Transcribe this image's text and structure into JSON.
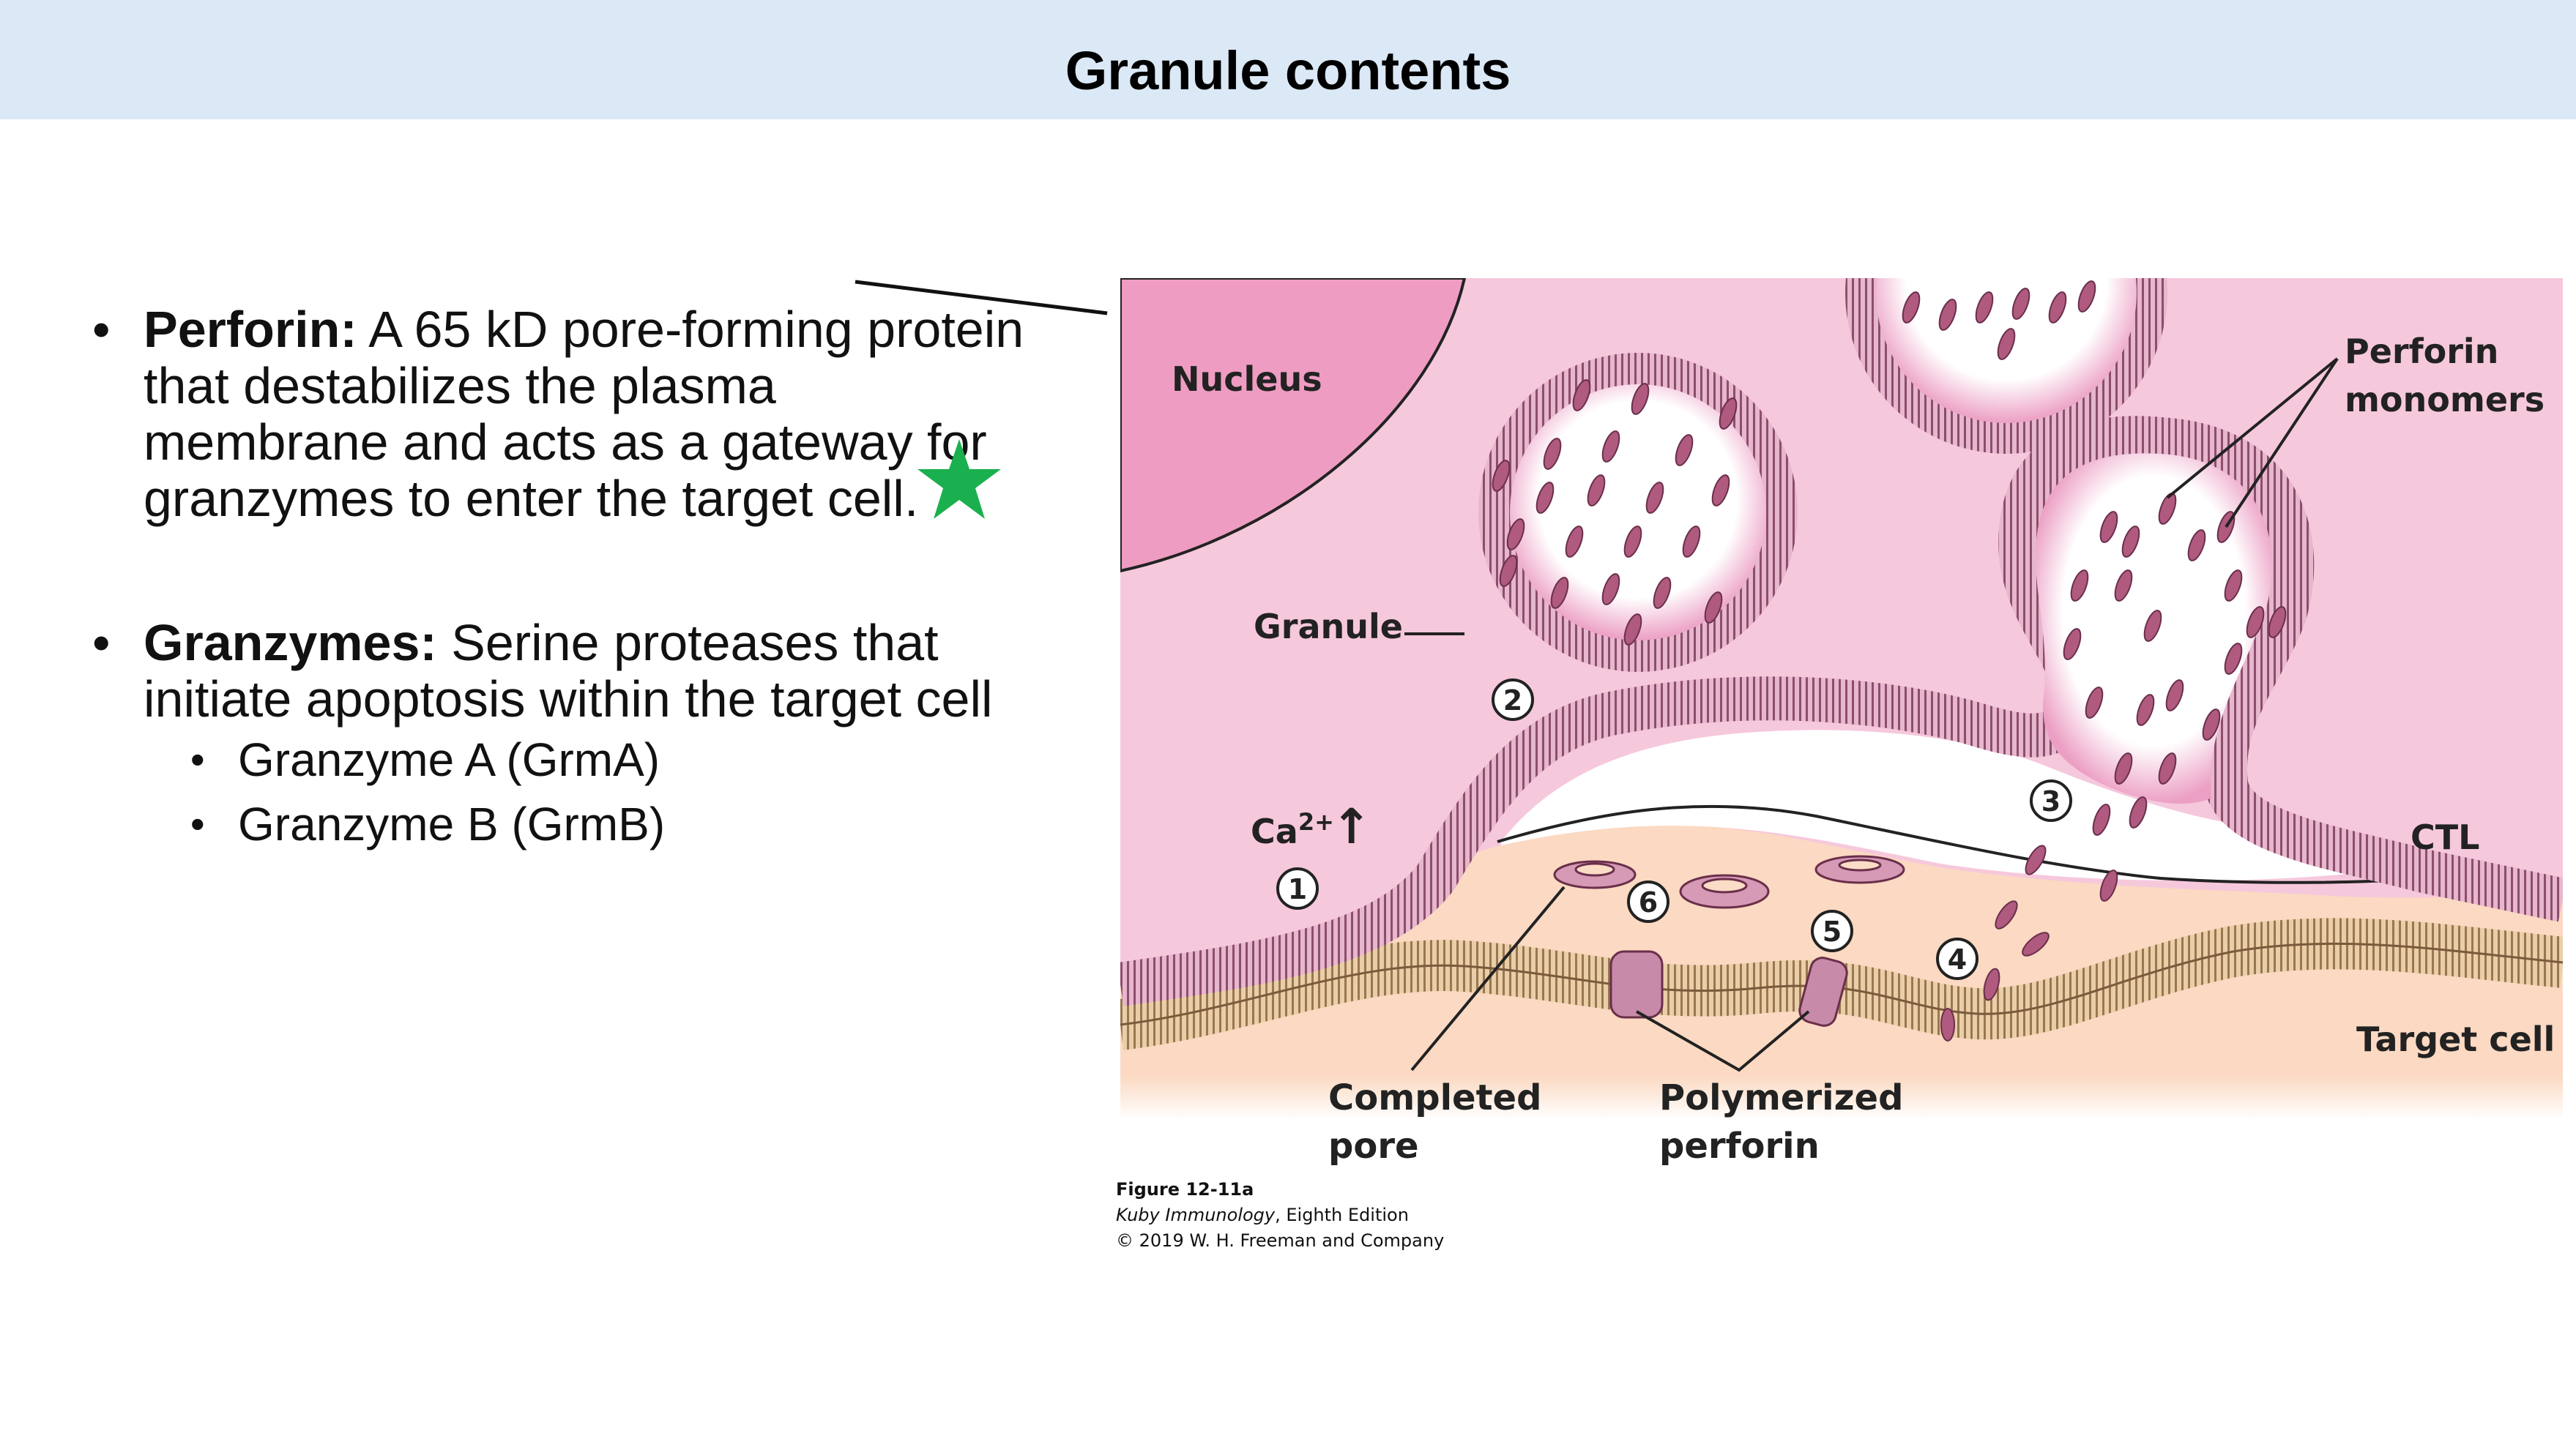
{
  "slide": {
    "title": "Granule contents",
    "bullets": [
      {
        "term": "Perforin:",
        "text": " A 65 kD pore-forming protein that destabilizes the plasma membrane and acts as a gateway for granzymes to enter the target cell."
      },
      {
        "term": "Granzymes:",
        "text": " Serine proteases that initiate apoptosis within the target cell"
      }
    ],
    "sub_bullets": [
      "Granzyme A (GrmA)",
      "Granzyme B (GrmB)"
    ],
    "bullet_glyph": "•",
    "star_color": "#1ab04f"
  },
  "figure": {
    "labels": {
      "nucleus": "Nucleus",
      "perforin_monomers_1": "Perforin",
      "perforin_monomers_2": "monomers",
      "granule": "Granule",
      "ca": "Ca",
      "ca_sup": "2+",
      "ca_arrow": "↑",
      "ctl": "CTL",
      "target_cell": "Target cell",
      "completed_pore_1": "Completed",
      "completed_pore_2": "pore",
      "polymerized_perforin_1": "Polymerized",
      "polymerized_perforin_2": "perforin"
    },
    "steps": [
      "1",
      "2",
      "3",
      "4",
      "5",
      "6"
    ],
    "colors": {
      "cytoplasm": "#f6c8dc",
      "nucleus": "#ee9cc2",
      "membrane": "#c07a98",
      "perforin": "#b05a80",
      "target": "#fbdcc6",
      "target_membrane": "#c4a27a"
    },
    "caption": {
      "figure": "Figure 12-11a",
      "book": "Kuby Immunology",
      "edition": ", Eighth Edition",
      "copyright": "© 2019 W. H. Freeman and Company"
    }
  }
}
